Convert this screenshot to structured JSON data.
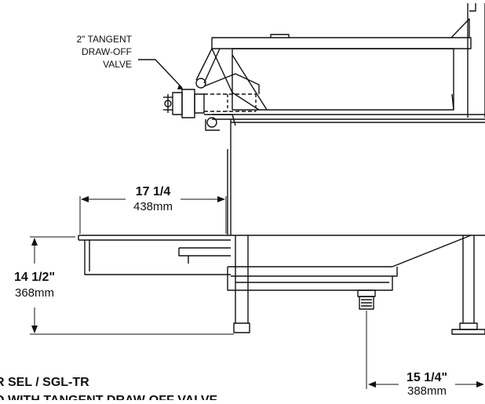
{
  "callout": {
    "line1": "2\" TANGENT",
    "line2": "DRAW-OFF",
    "line3": "VALVE"
  },
  "dims": {
    "width_top": {
      "inch": "17 1/4",
      "mm": "438mm"
    },
    "height": {
      "inch": "14 1/2\"",
      "mm": "368mm"
    },
    "width_bottom": {
      "inch": "15 1/4\"",
      "mm": "388mm"
    }
  },
  "titles": {
    "line1": "R SEL / SGL-TR",
    "line2": "D WITH TANGENT DRAW-OFF VALVE"
  },
  "colors": {
    "ink": "#111111",
    "paper": "#ffffff"
  }
}
